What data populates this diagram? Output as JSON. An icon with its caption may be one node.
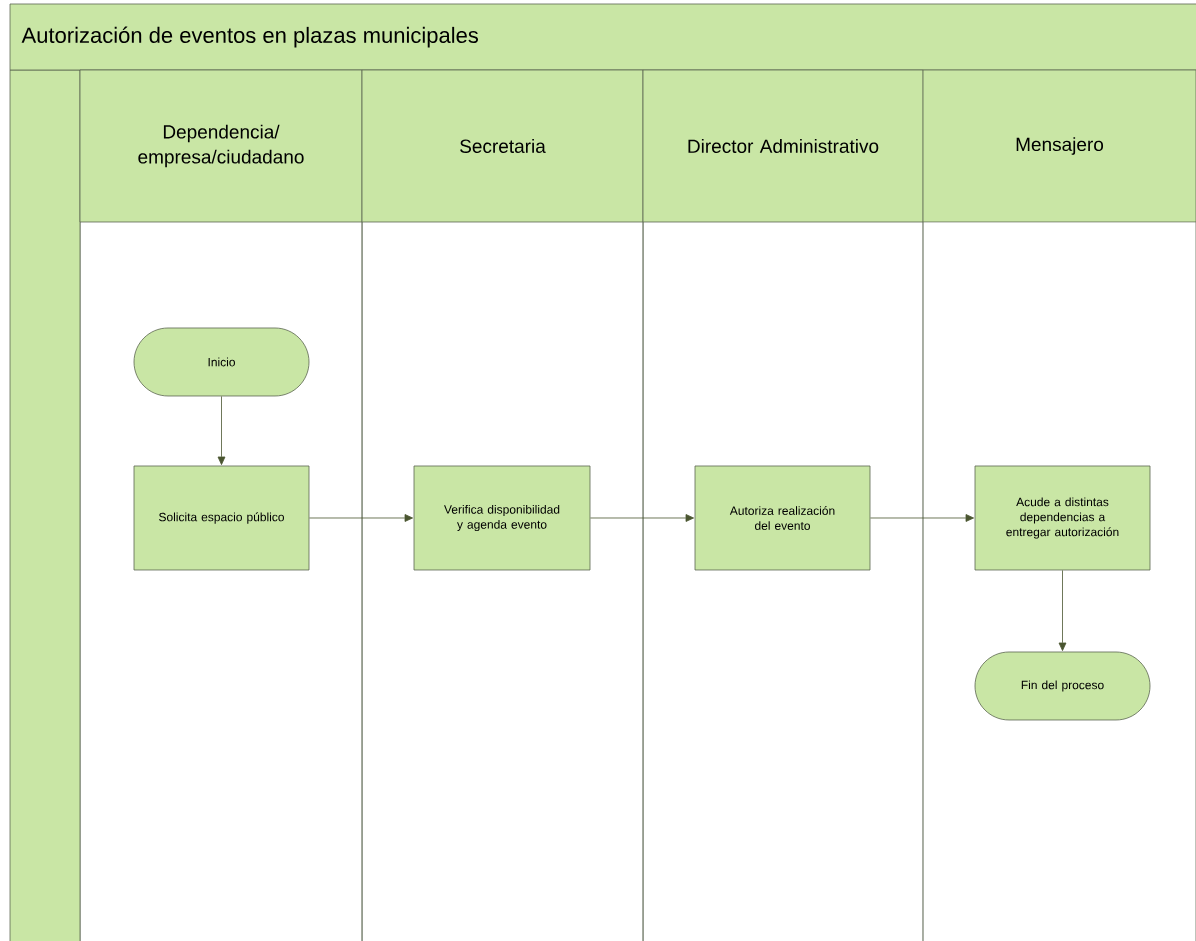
{
  "diagram": {
    "title": "Autorización de eventos en plazas municipales",
    "nodes": [
      {
        "text": [
          "Dependencia/ empresa/ciudadano"
        ]
      },
      {
        "text": [
          "Secretaria"
        ]
      },
      {
        "text": [
          "Director Administrativo"
        ]
      },
      {
        "text": [
          "Mensajero"
        ]
      },
      {
        "text": [
          "Inicio"
        ]
      },
      {
        "text": [
          "Solicita espacio público"
        ]
      },
      {
        "text": [
          "Verifica disponibilidad y agenda evento"
        ]
      },
      {
        "text": [
          "Autoriza realización del evento"
        ]
      },
      {
        "text": [
          "Acude a distintas dependencias a entregar autorización"
        ]
      },
      {
        "text": [
          "Fin del proceso"
        ]
      }
    ],
    "edges": [
      {
        "from": 4,
        "to": 5,
        "arrow": "to"
      },
      {
        "from": 5,
        "to": 6,
        "arrow": "to"
      },
      {
        "from": 6,
        "to": 7,
        "arrow": "to"
      },
      {
        "from": 7,
        "to": 8,
        "arrow": "to"
      },
      {
        "from": 8,
        "to": 9,
        "arrow": "to"
      }
    ]
  }
}
